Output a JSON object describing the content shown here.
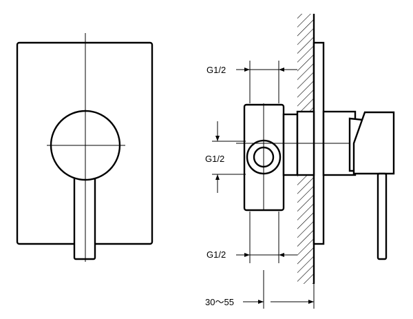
{
  "drawing": {
    "dimension_labels": {
      "top_inlet": "G1/2",
      "side_inlet": "G1/2",
      "bottom_outlet": "G1/2",
      "wall_depth": "30～55"
    }
  }
}
